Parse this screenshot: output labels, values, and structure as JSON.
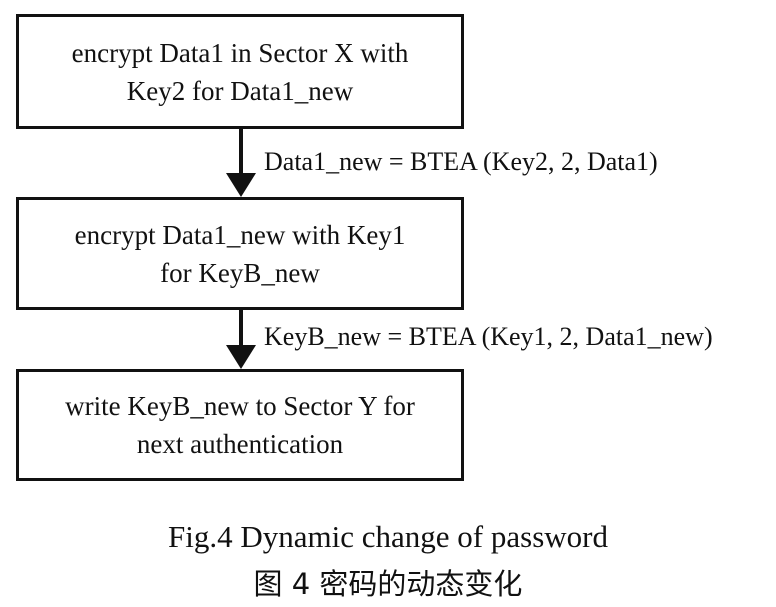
{
  "steps": [
    {
      "line1": "encrypt Data1 in Sector X with",
      "line2": "Key2 for Data1_new"
    },
    {
      "line1": "encrypt Data1_new with Key1",
      "line2": "for KeyB_new"
    },
    {
      "line1": "write KeyB_new to Sector Y for",
      "line2": "next authentication"
    }
  ],
  "transitions": [
    "Data1_new = BTEA (Key2, 2, Data1)",
    "KeyB_new = BTEA (Key1, 2, Data1_new)"
  ],
  "caption": {
    "english": "Fig.4 Dynamic change of password",
    "chinese": "图 4  密码的动态变化"
  }
}
